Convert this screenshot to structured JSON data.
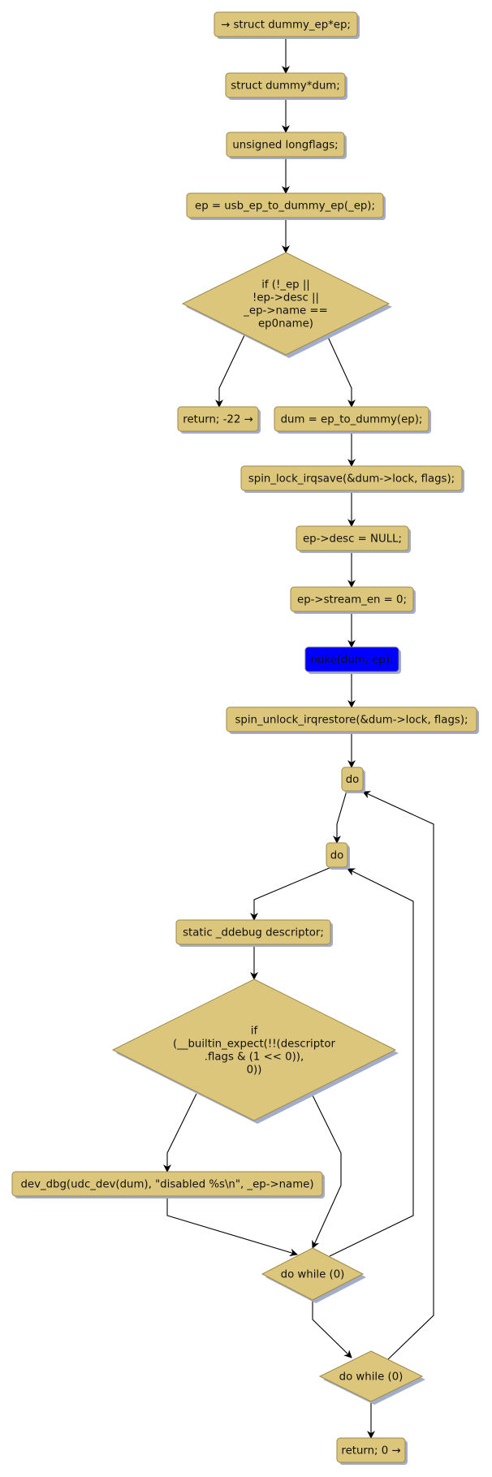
{
  "diagram": {
    "type": "flowchart",
    "colors": {
      "node_fill": "#dcc67c",
      "node_stroke": "#9c8a48",
      "shadow": "#a3acc9",
      "highlight_fill": "#0000ff",
      "highlight_stroke": "#6a6a8a",
      "edge": "#000000"
    },
    "nodes": [
      {
        "id": "n1",
        "shape": "box",
        "lines": [
          "→ struct dummy_ep*ep;"
        ]
      },
      {
        "id": "n2",
        "shape": "box",
        "lines": [
          "struct dummy*dum;"
        ]
      },
      {
        "id": "n3",
        "shape": "box",
        "lines": [
          "unsigned longflags;"
        ]
      },
      {
        "id": "n4",
        "shape": "box",
        "lines": [
          "ep = usb_ep_to_dummy_ep(_ep);"
        ]
      },
      {
        "id": "n5",
        "shape": "diamond",
        "lines": [
          "if (!_ep ||",
          "!ep->desc ||",
          "_ep->name ==",
          "ep0name)"
        ]
      },
      {
        "id": "n6",
        "shape": "box",
        "lines": [
          "return; -22 →"
        ]
      },
      {
        "id": "n7",
        "shape": "box",
        "lines": [
          "dum = ep_to_dummy(ep);"
        ]
      },
      {
        "id": "n8",
        "shape": "box",
        "lines": [
          "spin_lock_irqsave(&dum->lock, flags);"
        ]
      },
      {
        "id": "n9",
        "shape": "box",
        "lines": [
          "ep->desc = NULL;"
        ]
      },
      {
        "id": "n10",
        "shape": "box",
        "lines": [
          "ep->stream_en = 0;"
        ]
      },
      {
        "id": "n11",
        "shape": "box",
        "lines": [
          "nuke(dum, ep);"
        ],
        "highlighted": true
      },
      {
        "id": "n12",
        "shape": "box",
        "lines": [
          "spin_unlock_irqrestore(&dum->lock, flags);"
        ]
      },
      {
        "id": "n13",
        "shape": "box",
        "lines": [
          "do"
        ]
      },
      {
        "id": "n14",
        "shape": "box",
        "lines": [
          "do"
        ]
      },
      {
        "id": "n15",
        "shape": "box",
        "lines": [
          "static _ddebug descriptor;"
        ]
      },
      {
        "id": "n16",
        "shape": "diamond",
        "lines": [
          "if",
          "(__builtin_expect(!!(descriptor",
          ".flags & (1 << 0)),",
          "0))"
        ]
      },
      {
        "id": "n17",
        "shape": "box",
        "lines": [
          "dev_dbg(udc_dev(dum), \"disabled %s\\n\", _ep->name)"
        ]
      },
      {
        "id": "n18",
        "shape": "diamond",
        "lines": [
          "do while (0)"
        ]
      },
      {
        "id": "n19",
        "shape": "diamond",
        "lines": [
          "do while (0)"
        ]
      },
      {
        "id": "n20",
        "shape": "box",
        "lines": [
          "return; 0 →"
        ]
      }
    ],
    "edges": [
      {
        "from": "n1",
        "to": "n2"
      },
      {
        "from": "n2",
        "to": "n3"
      },
      {
        "from": "n3",
        "to": "n4"
      },
      {
        "from": "n4",
        "to": "n5"
      },
      {
        "from": "n5",
        "to": "n6"
      },
      {
        "from": "n5",
        "to": "n7"
      },
      {
        "from": "n7",
        "to": "n8"
      },
      {
        "from": "n8",
        "to": "n9"
      },
      {
        "from": "n9",
        "to": "n10"
      },
      {
        "from": "n10",
        "to": "n11"
      },
      {
        "from": "n11",
        "to": "n12"
      },
      {
        "from": "n12",
        "to": "n13"
      },
      {
        "from": "n13",
        "to": "n14"
      },
      {
        "from": "n14",
        "to": "n15"
      },
      {
        "from": "n15",
        "to": "n16"
      },
      {
        "from": "n16",
        "to": "n17"
      },
      {
        "from": "n16",
        "to": "n18"
      },
      {
        "from": "n17",
        "to": "n18"
      },
      {
        "from": "n18",
        "to": "n14",
        "kind": "loop-back"
      },
      {
        "from": "n18",
        "to": "n19"
      },
      {
        "from": "n19",
        "to": "n13",
        "kind": "loop-back"
      },
      {
        "from": "n19",
        "to": "n20"
      }
    ]
  }
}
